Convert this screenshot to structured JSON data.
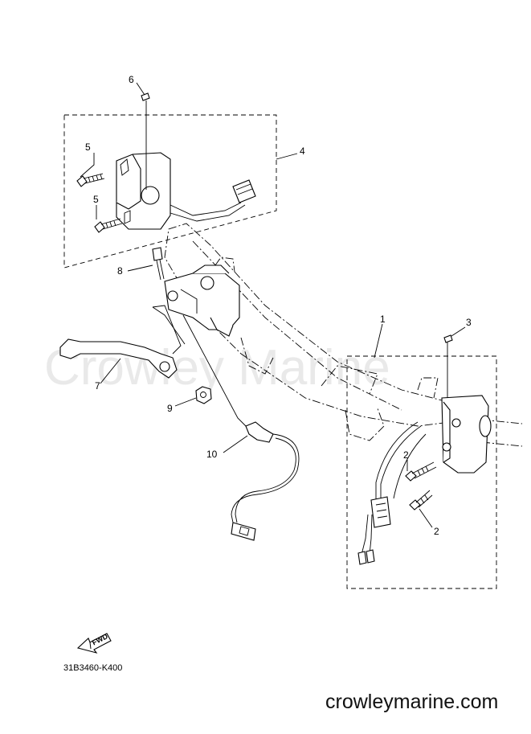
{
  "watermark": "Crowley Marine",
  "callouts": {
    "c1": "1",
    "c2a": "2",
    "c2b": "2",
    "c3": "3",
    "c4": "4",
    "c5a": "5",
    "c5b": "5",
    "c6": "6",
    "c7": "7",
    "c8": "8",
    "c9": "9",
    "c10": "10"
  },
  "fwd_label": "FWD",
  "diagram_code": "31B3460-K400",
  "site_url": "crowleymarine.com"
}
